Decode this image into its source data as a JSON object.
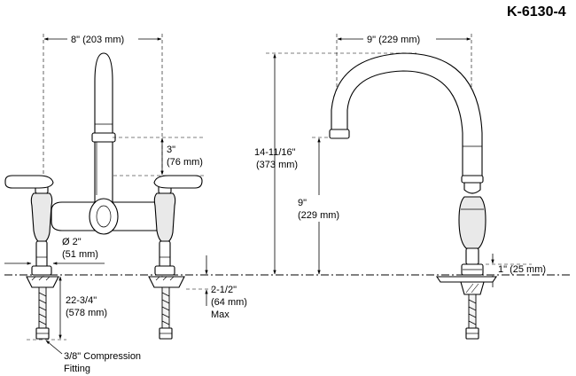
{
  "model_number": "K-6130-4",
  "dimensions": {
    "centers_width": "8\" (203 mm)",
    "reach": "9\" (229 mm)",
    "spout_drop_in": "3\"",
    "spout_drop_mm": "(76 mm)",
    "overall_height_in": "14-11/16\"",
    "overall_height_mm": "(373 mm)",
    "aerator_height_in": "9\"",
    "aerator_height_mm": "(229 mm)",
    "shank_diameter_in": "Ø 2\"",
    "shank_diameter_mm": "(51 mm)",
    "deck_thickness": "1\" (25 mm)",
    "hose_length_in": "22-3/4\"",
    "hose_length_mm": "(578 mm)",
    "max_deck_in": "2-1/2\"",
    "max_deck_mm": "(64 mm)",
    "max_deck_note": "Max",
    "fitting_line1": "3/8\" Compression",
    "fitting_line2": "Fitting"
  }
}
